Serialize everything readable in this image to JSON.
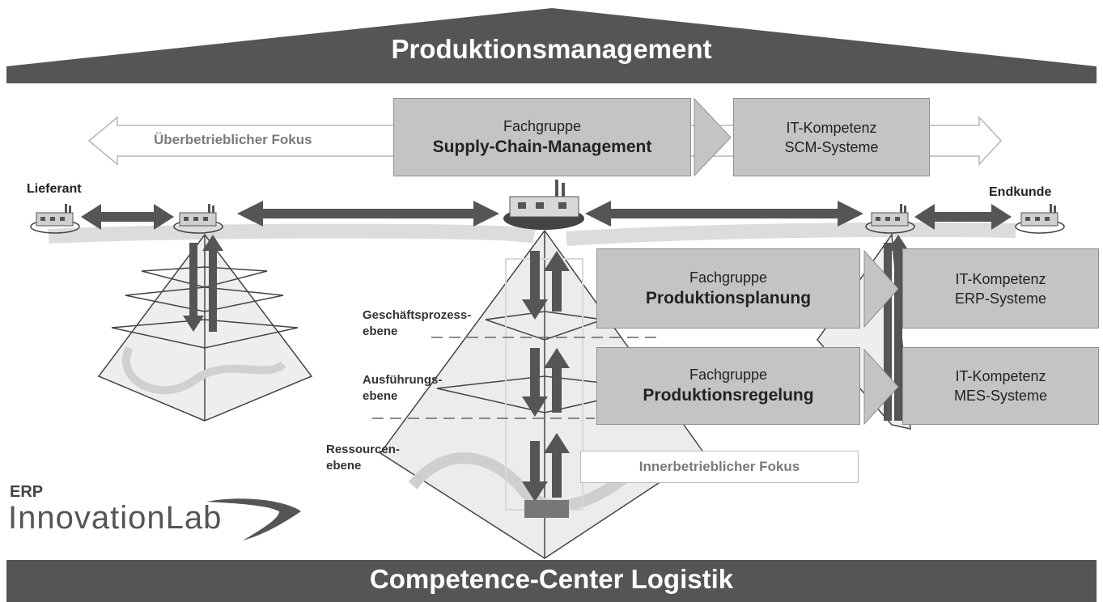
{
  "top_banner": {
    "title": "Produktionsmanagement"
  },
  "bottom_banner": {
    "title": "Competence-Center Logistik"
  },
  "focus": {
    "external": "Überbetrieblicher Fokus",
    "internal": "Innerbetrieblicher Fokus"
  },
  "nodes": {
    "supplier": "Lieferant",
    "customer": "Endkunde"
  },
  "groups": {
    "scm": {
      "prefix": "Fachgruppe",
      "name": "Supply-Chain-Management"
    },
    "planning": {
      "prefix": "Fachgruppe",
      "name": "Produktionsplanung"
    },
    "control": {
      "prefix": "Fachgruppe",
      "name": "Produktionsregelung"
    }
  },
  "it": {
    "scm": {
      "prefix": "IT-Kompetenz",
      "system": "SCM-Systeme"
    },
    "erp": {
      "prefix": "IT-Kompetenz",
      "system": "ERP-Systeme"
    },
    "mes": {
      "prefix": "IT-Kompetenz",
      "system": "MES-Systeme"
    }
  },
  "levels": {
    "business_1": "Geschäftsprozess-",
    "business_2": "ebene",
    "execution_1": "Ausführungs-",
    "execution_2": "ebene",
    "resource_1": "Ressourcen-",
    "resource_2": "ebene"
  },
  "logo": {
    "line1": "ERP",
    "line2": "InnovationLab"
  },
  "colors": {
    "banner": "#555555",
    "box": "#c4c4c4",
    "arrow": "#555555"
  }
}
